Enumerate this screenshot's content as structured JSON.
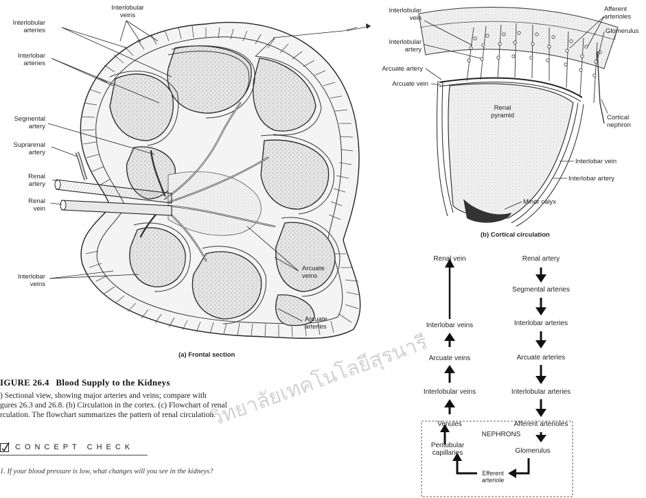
{
  "panel_a": {
    "labels": {
      "interlobular_veins_top": "Interlobular\nveins",
      "interlobular_arteries": "Interlobular\narteries",
      "interlobar_arteries": "Interlobar\narteries",
      "segmental_artery": "Segmental\nartery",
      "suprarenal_artery": "Suprarenal\nartery",
      "renal_artery": "Renal\nartery",
      "renal_vein": "Renal\nvein",
      "interlobar_veins": "Interlobar\nveins",
      "arcuate_veins": "Arcuate\nveins",
      "arcuate_arteries": "Arcuate\narteries"
    },
    "caption": "(a) Frontal section"
  },
  "panel_b": {
    "labels": {
      "interlobular_vein": "Interlobular\nvein",
      "interlobular_artery": "Interlobular\nartery",
      "arcuate_artery": "Arcuate artery",
      "arcuate_vein": "Arcuate vein",
      "renal_pyramid": "Renal\npyramid",
      "afferent_arterioles": "Afferent\narterioles",
      "glomerulus": "Glomerulus",
      "cortical_nephron": "Cortical\nnephron",
      "interlobar_vein": "Interlobar vein",
      "interlobar_artery": "Interlobar artery",
      "minor_calyx": "Minor calyx"
    },
    "caption": "(b) Cortical circulation"
  },
  "flowchart": {
    "left": [
      "Renal vein",
      "Interlobar veins",
      "Arcuate veins",
      "Interlobular veins",
      "Venules"
    ],
    "right": [
      "Renal artery",
      "Segmental arteries",
      "Interlobar arteries",
      "Arcuate arteries",
      "Interlobular arteries",
      "Afferent arterioles"
    ],
    "nephrons_title": "NEPHRONS",
    "peritubular": "Peritubular\ncapillaries",
    "glomerulus": "Glomerulus",
    "efferent": "Efferent\narteriole"
  },
  "figure": {
    "title_prefix": "IGURE 26.4",
    "title": "Blood Supply to the Kidneys",
    "caption_lines": [
      ") Sectional view, showing major arteries and veins; compare with",
      "gures 26.3 and 26.8. (b) Circulation in the cortex. (c) Flowchart of renal",
      "rculation. The flowchart summarizes the pattern of renal circulation."
    ]
  },
  "concept_check": {
    "heading": "CONCEPT CHECK",
    "question": "1.   If your blood pressure is low, what changes will you see in the kidneys?"
  },
  "watermark": {
    "text": "วิทยาลัยเทคโนโลยีสุรนารี",
    "color": "#b8b8b8"
  },
  "colors": {
    "ink": "#222222",
    "tissue": "#d9d9d9",
    "tissue_light": "#ececec",
    "vessel": "#9a9a9a"
  }
}
